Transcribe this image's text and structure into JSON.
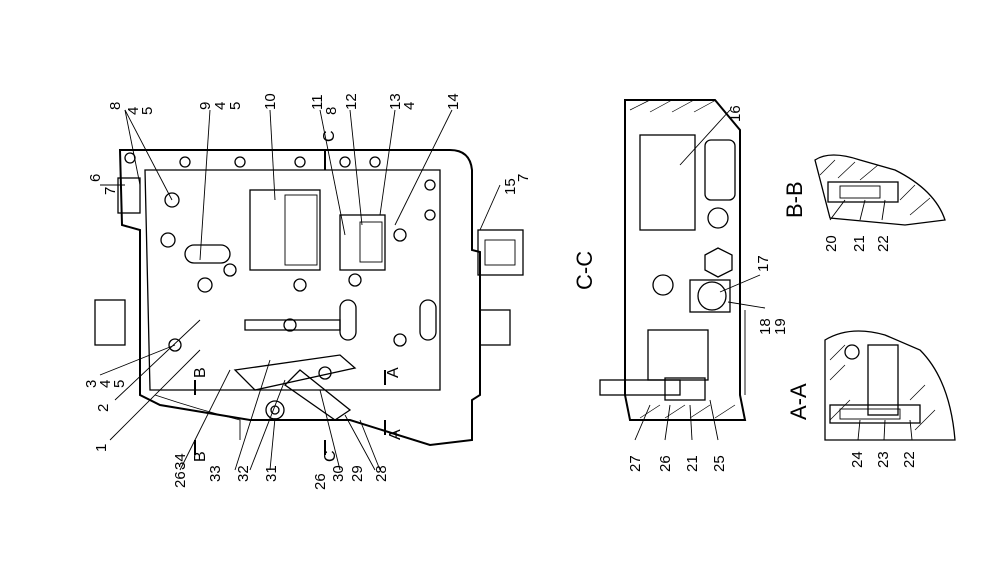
{
  "views": {
    "main_callouts": [
      "1",
      "2",
      "3",
      "4",
      "5",
      "6",
      "7",
      "8",
      "4",
      "5",
      "9",
      "4",
      "5",
      "10",
      "11",
      "8",
      "12",
      "13",
      "4",
      "14",
      "15",
      "7",
      "26",
      "34",
      "33",
      "32",
      "31",
      "26",
      "30",
      "28",
      "29"
    ],
    "section_labels": {
      "cc": "C-C",
      "bb": "B-B",
      "aa": "A-A"
    },
    "section_markers": {
      "a": "A",
      "b": "B",
      "c": "C"
    },
    "cc_callouts": [
      "16",
      "17",
      "18",
      "19",
      "27",
      "26",
      "21",
      "25"
    ],
    "bb_callouts": [
      "20",
      "21",
      "22"
    ],
    "aa_callouts": [
      "24",
      "23",
      "22"
    ]
  }
}
